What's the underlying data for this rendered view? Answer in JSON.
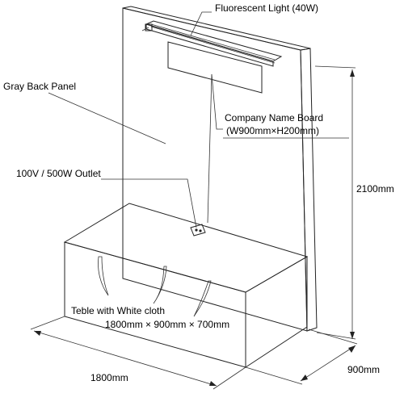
{
  "labels": {
    "light": "Fluorescent Light (40W)",
    "back_panel": "Gray Back Panel",
    "board_line1": "Company Name Board",
    "board_line2": "(W900mm×H200mm)",
    "outlet": "100V / 500W Outlet",
    "table_line1": "Teble with White cloth",
    "table_line2": "1800mm × 900mm × 700mm"
  },
  "dimensions": {
    "height": "2100mm",
    "depth": "900mm",
    "width": "1800mm"
  },
  "colors": {
    "line": "#222222",
    "panel_fill": "#ffffff",
    "board_fill": "#f4f4f4",
    "cloth_shadow": "#d8d8d8"
  }
}
